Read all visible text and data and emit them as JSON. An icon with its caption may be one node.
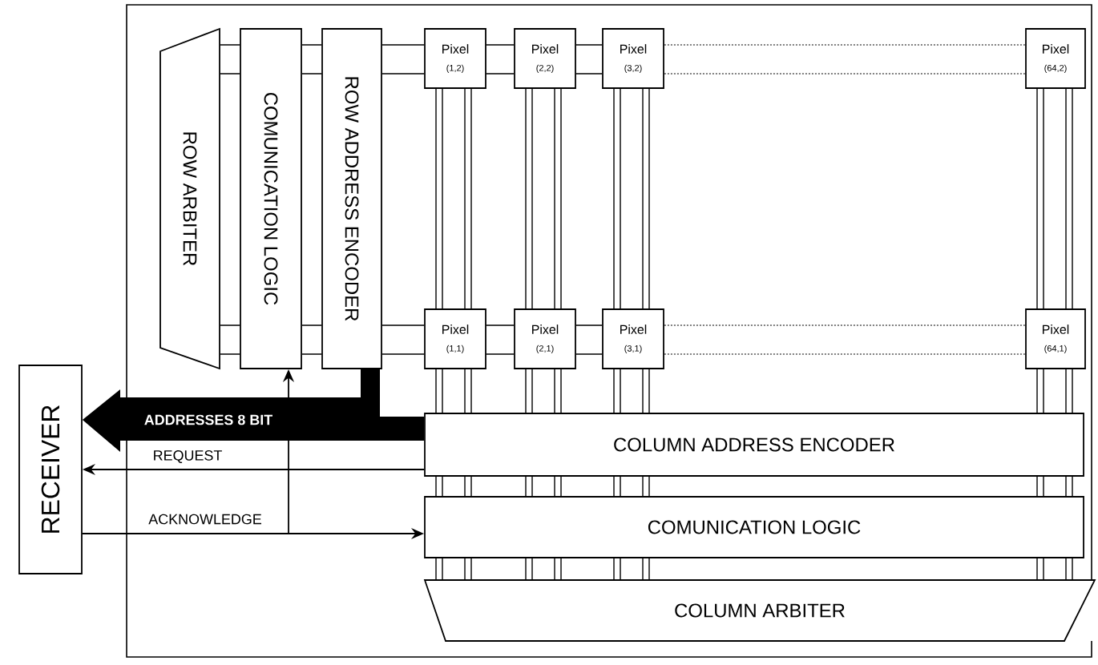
{
  "diagram": {
    "nodes": [
      {
        "text": [
          "ROW ARBITER"
        ]
      },
      {
        "text": [
          "COMUNICATION LOGIC"
        ]
      },
      {
        "text": [
          "ROW ADDRESS ENCODER"
        ]
      },
      {
        "text": [
          "Pixel",
          "(1,2)"
        ]
      },
      {
        "text": [
          "Pixel",
          "(2,2)"
        ]
      },
      {
        "text": [
          "Pixel",
          "(3,2)"
        ]
      },
      {
        "text": [
          "Pixel",
          "(64,2)"
        ]
      },
      {
        "text": [
          "Pixel",
          "(1,1)"
        ]
      },
      {
        "text": [
          "Pixel",
          "(2,1)"
        ]
      },
      {
        "text": [
          "Pixel",
          "(3,1)"
        ]
      },
      {
        "text": [
          "Pixel",
          "(64,1)"
        ]
      },
      {
        "text": [
          "RECEIVER"
        ]
      },
      {
        "text": [
          "COLUMN ADDRESS ENCODER"
        ]
      },
      {
        "text": [
          "COMUNICATION LOGIC"
        ]
      },
      {
        "text": [
          "COLUMN ARBITER"
        ]
      }
    ],
    "edges": [
      {
        "from": 0,
        "to": 1,
        "arrow": "none"
      },
      {
        "from": 1,
        "to": 2,
        "arrow": "none"
      },
      {
        "from": 2,
        "to": 3,
        "arrow": "none"
      },
      {
        "from": 3,
        "to": 4,
        "arrow": "none"
      },
      {
        "from": 4,
        "to": 5,
        "arrow": "none"
      },
      {
        "from": 5,
        "to": 6,
        "arrow": "none",
        "style": "dashed"
      },
      {
        "from": 0,
        "to": 1,
        "arrow": "none"
      },
      {
        "from": 1,
        "to": 2,
        "arrow": "none"
      },
      {
        "from": 2,
        "to": 7,
        "arrow": "none"
      },
      {
        "from": 7,
        "to": 8,
        "arrow": "none"
      },
      {
        "from": 8,
        "to": 9,
        "arrow": "none"
      },
      {
        "from": 9,
        "to": 10,
        "arrow": "none",
        "style": "dashed"
      },
      {
        "from": 3,
        "to": 7,
        "arrow": "none"
      },
      {
        "from": 4,
        "to": 8,
        "arrow": "none"
      },
      {
        "from": 5,
        "to": 9,
        "arrow": "none"
      },
      {
        "from": 6,
        "to": 10,
        "arrow": "none"
      },
      {
        "from": 7,
        "to": 12,
        "arrow": "none"
      },
      {
        "from": 8,
        "to": 12,
        "arrow": "none"
      },
      {
        "from": 9,
        "to": 12,
        "arrow": "none"
      },
      {
        "from": 10,
        "to": 12,
        "arrow": "none"
      },
      {
        "from": 12,
        "to": 13,
        "arrow": "none"
      },
      {
        "from": 12,
        "to": 13,
        "arrow": "none"
      },
      {
        "from": 12,
        "to": 13,
        "arrow": "none"
      },
      {
        "from": 12,
        "to": 13,
        "arrow": "none"
      },
      {
        "from": 13,
        "to": 14,
        "arrow": "none"
      },
      {
        "from": 13,
        "to": 14,
        "arrow": "none"
      },
      {
        "from": 13,
        "to": 14,
        "arrow": "none"
      },
      {
        "from": 13,
        "to": 14,
        "arrow": "none"
      },
      {
        "from": 2,
        "to": 11,
        "arrow": "to",
        "style": "thick",
        "label": "ADDRESSES 8 BIT"
      },
      {
        "from": 12,
        "to": 11,
        "arrow": "to",
        "style": "thick"
      },
      {
        "from": 12,
        "to": 11,
        "arrow": "to",
        "label": "REQUEST"
      },
      {
        "from": 11,
        "to": 13,
        "arrow": "to",
        "label": "ACKNOWLEDGE"
      },
      {
        "from": 11,
        "to": 1,
        "arrow": "to"
      }
    ]
  }
}
